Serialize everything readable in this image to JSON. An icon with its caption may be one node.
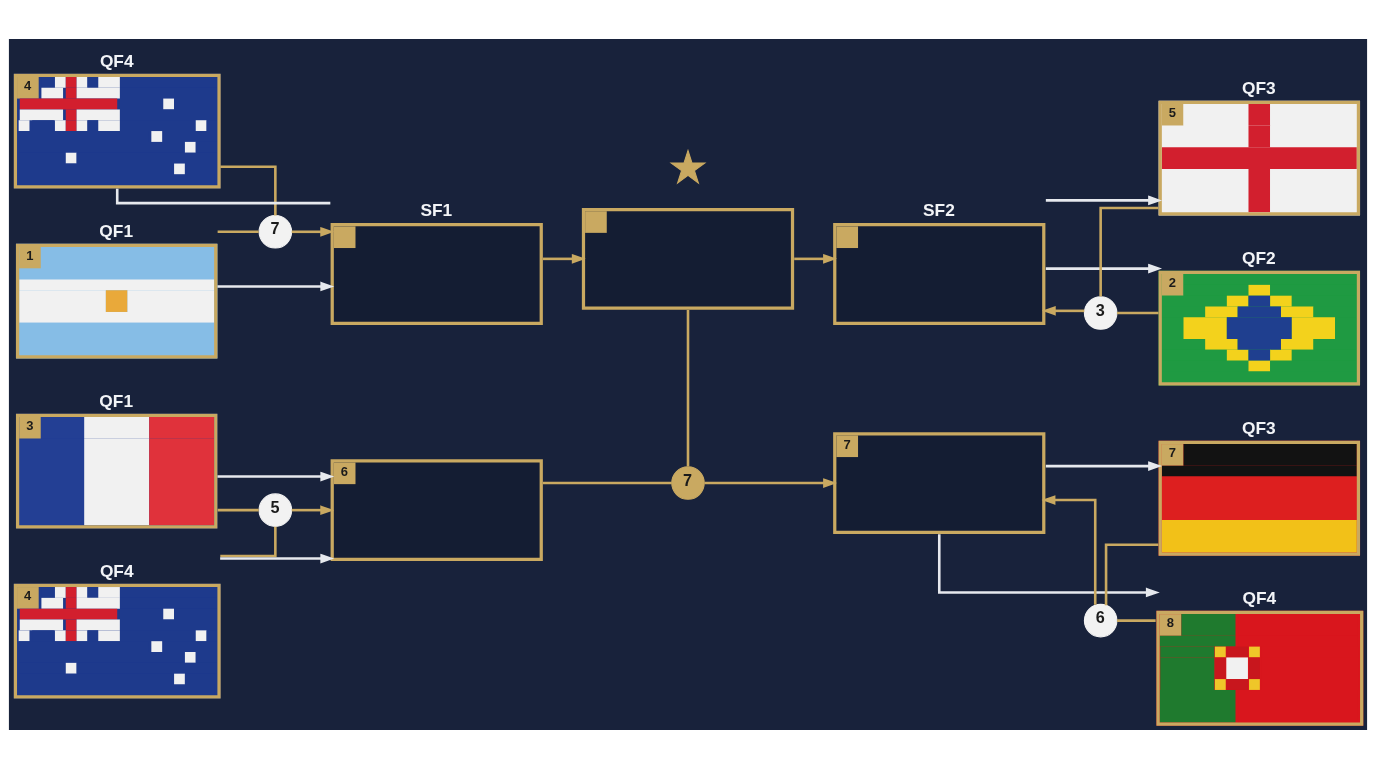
{
  "diagram": {
    "nodes": [
      {
        "text": [
          "QF4",
          "4"
        ]
      },
      {
        "text": [
          "QF1",
          "1"
        ]
      },
      {
        "text": [
          "7"
        ]
      },
      {
        "text": [
          "SF1"
        ]
      },
      {
        "text": [
          "QF1",
          "3"
        ]
      },
      {
        "text": [
          "QF4",
          "4"
        ]
      },
      {
        "text": [
          "5"
        ]
      },
      {
        "text": [
          "6"
        ]
      },
      {
        "text": [],
        "shape": "box"
      },
      {
        "text": [
          "7"
        ]
      },
      {
        "text": [
          "SF2"
        ]
      },
      {
        "text": [
          "3"
        ]
      },
      {
        "text": [
          "QF3",
          "5"
        ]
      },
      {
        "text": [
          "QF2",
          "2"
        ]
      },
      {
        "text": [
          "7"
        ]
      },
      {
        "text": [
          "6"
        ]
      },
      {
        "text": [
          "QF3",
          "7"
        ]
      },
      {
        "text": [
          "QF4",
          "8"
        ]
      },
      {
        "text": [],
        "shape": "star"
      }
    ],
    "edges": [
      {
        "from": 0,
        "to": 3,
        "arrow": "none",
        "color": "#e6e9ee"
      },
      {
        "from": 2,
        "to": 3,
        "arrow": "to"
      },
      {
        "from": 1,
        "to": 3,
        "arrow": "to",
        "color": "#e6e9ee"
      },
      {
        "from": 0,
        "to": 2,
        "arrow": "none"
      },
      {
        "from": 1,
        "to": 2,
        "arrow": "none"
      },
      {
        "from": 3,
        "to": 8,
        "arrow": "to"
      },
      {
        "from": 4,
        "to": 7,
        "arrow": "to",
        "color": "#e6e9ee"
      },
      {
        "from": 6,
        "to": 7,
        "arrow": "to"
      },
      {
        "from": 5,
        "to": 7,
        "arrow": "to",
        "color": "#e6e9ee"
      },
      {
        "from": 4,
        "to": 6,
        "arrow": "none"
      },
      {
        "from": 5,
        "to": 6,
        "arrow": "none"
      },
      {
        "from": 7,
        "to": 9,
        "arrow": "none"
      },
      {
        "from": 8,
        "to": 9,
        "arrow": "none"
      },
      {
        "from": 9,
        "to": 14,
        "arrow": "to"
      },
      {
        "from": 8,
        "to": 10,
        "arrow": "to"
      },
      {
        "from": 10,
        "to": 12,
        "arrow": "to",
        "color": "#e6e9ee"
      },
      {
        "from": 10,
        "to": 13,
        "arrow": "to",
        "color": "#e6e9ee"
      },
      {
        "from": 11,
        "to": 12,
        "arrow": "none"
      },
      {
        "from": 11,
        "to": 13,
        "arrow": "none"
      },
      {
        "from": 11,
        "to": 10,
        "arrow": "to"
      },
      {
        "from": 14,
        "to": 16,
        "arrow": "to",
        "color": "#e6e9ee"
      },
      {
        "from": 14,
        "to": 17,
        "arrow": "to",
        "color": "#e6e9ee"
      },
      {
        "from": 15,
        "to": 16,
        "arrow": "none"
      },
      {
        "from": 15,
        "to": 17,
        "arrow": "none"
      },
      {
        "from": 15,
        "to": 14,
        "arrow": "to"
      }
    ]
  }
}
